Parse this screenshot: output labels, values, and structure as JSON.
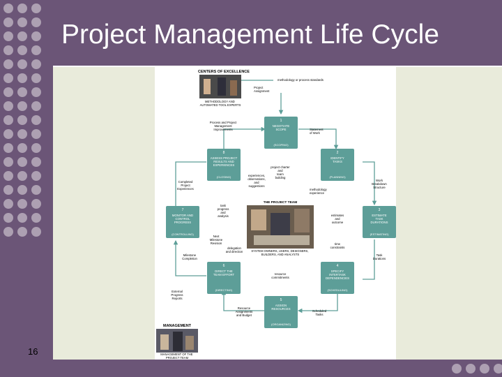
{
  "slide": {
    "title": "Project Management Life Cycle",
    "page_number": "16"
  },
  "colors": {
    "purple": "#6b5577",
    "dot": "#ada0b2",
    "panel": "#e9ebdb",
    "teal": "#5d9e98",
    "teal_text": "#ffffff",
    "arrow": "#5d9e98"
  },
  "diagram": {
    "top_group": {
      "heading": "CENTERS OF EXCELLENCE",
      "caption": [
        "METHODOLOGY AND",
        "AUTOMATED TOOL EXPERTS"
      ]
    },
    "bottom_group": {
      "heading": "MANAGEMENT",
      "caption": [
        "MANAGEMENT OF THE",
        "PROJECT TEAM"
      ]
    },
    "center_group": {
      "heading": "THE PROJECT TEAM",
      "caption": [
        "SYSTEM OWNERS, USERS, DESIGNERS,",
        "BUILDERS, AND ANALYSTS"
      ]
    },
    "phases": [
      {
        "number": "1",
        "title": [
          "NEGOTIATE",
          "SCOPE"
        ],
        "tag": "(SCOPING)"
      },
      {
        "number": "2",
        "title": [
          "IDENTIFY",
          "TASKS"
        ],
        "tag": "(PLANNING)"
      },
      {
        "number": "3",
        "title": [
          "ESTIMATE",
          "TASK",
          "DURATIONS"
        ],
        "tag": "(ESTIMATING)"
      },
      {
        "number": "4",
        "title": [
          "SPECIFY",
          "INTERTASK",
          "DEPENDENCIES"
        ],
        "tag": "(SCHEDULING)"
      },
      {
        "number": "5",
        "title": [
          "ASSIGN",
          "RESOURCES"
        ],
        "tag": "(ORGANIZING)"
      },
      {
        "number": "6",
        "title": [
          "DIRECT THE",
          "TEAM EFFORT"
        ],
        "tag": "(DIRECTING)"
      },
      {
        "number": "7",
        "title": [
          "MONITOR AND",
          "CONTROL",
          "PROGRESS"
        ],
        "tag": "(CONTROLLING)"
      },
      {
        "number": "8",
        "title": [
          "ASSESS PROJECT",
          "RESULTS AND",
          "EXPERIENCES"
        ],
        "tag": "(CLOSING)"
      }
    ],
    "labels": {
      "methodology": "methodology or process standards",
      "project_assignment": [
        "Project",
        "Assignment"
      ],
      "process_improvements": [
        "Process and Project",
        "Management",
        "Improvements"
      ],
      "statement_of_work": [
        "Statement",
        "of Work"
      ],
      "project_charter": [
        "project charter",
        "and",
        "team",
        "building"
      ],
      "experiences": [
        "experiences,",
        "observations,",
        "and",
        "suggestions"
      ],
      "methodology_experience": [
        "methodology",
        "experience"
      ],
      "completed_experiences": [
        "Completed",
        "Project",
        "Experiences"
      ],
      "work_breakdown": [
        "Work",
        "Breakdown",
        "Structure"
      ],
      "task_progress": [
        "task",
        "progress",
        "and",
        "analysis"
      ],
      "estimates_outcome": [
        "estimates",
        "and",
        "outcome"
      ],
      "next_milestone": [
        "Next",
        "Milestone",
        "Revision"
      ],
      "delegation": [
        "delegation",
        "and direction"
      ],
      "time_constraints": [
        "time",
        "constraints"
      ],
      "milestone_completion": [
        "Milestone",
        "Completion"
      ],
      "task_durations": [
        "Task",
        "Durations"
      ],
      "resource_commitments": [
        "resource",
        "commitments"
      ],
      "external_reports": [
        "External",
        "Progress",
        "Reports"
      ],
      "resource_assignments": [
        "Resource",
        "Assignments",
        "and Budget"
      ],
      "scheduled_tasks": [
        "Scheduled",
        "Tasks"
      ]
    }
  }
}
